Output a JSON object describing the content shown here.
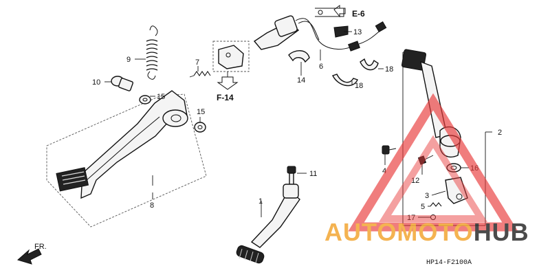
{
  "diagram": {
    "code": "HP14-F2100A",
    "direction_label": "FR.",
    "references": [
      "E-6",
      "F-14"
    ],
    "callouts": [
      "1",
      "2",
      "3",
      "4",
      "5",
      "6",
      "7",
      "8",
      "9",
      "10",
      "11",
      "12",
      "13",
      "14",
      "15",
      "15",
      "16",
      "17",
      "18",
      "18"
    ]
  },
  "watermark": {
    "brand": "AUTOMOTOHUB",
    "colors": {
      "triangle": "#e83a3a",
      "auto": "#f3a93a",
      "moto": "#f3a93a",
      "hub": "#333333"
    }
  }
}
